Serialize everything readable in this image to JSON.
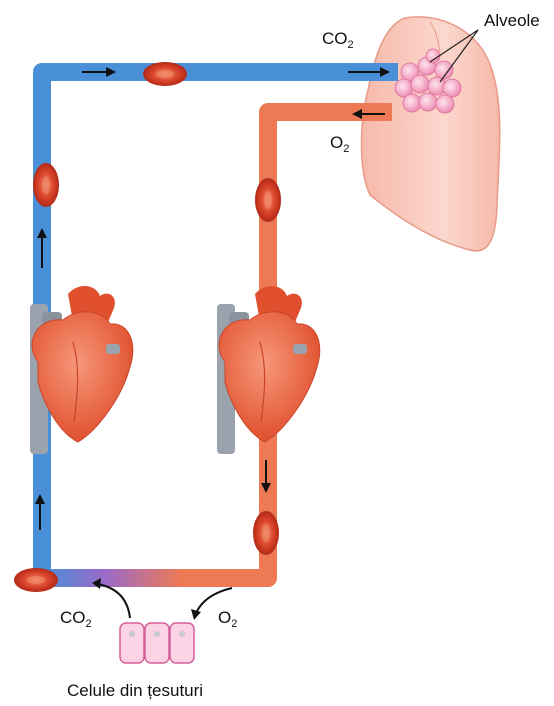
{
  "labels": {
    "alveoli": "Alveole",
    "co2_lung": {
      "main": "CO",
      "sub": "2"
    },
    "o2_lung": {
      "main": "O",
      "sub": "2"
    },
    "co2_tissue": {
      "main": "CO",
      "sub": "2"
    },
    "o2_tissue": {
      "main": "O",
      "sub": "2"
    },
    "tissue_cells": "Celule din țesuturi"
  },
  "colors": {
    "deoxygenated": "#4a90d9",
    "oxygenated": "#ee7a55",
    "heart": "#ee6a4a",
    "lung": "#f8c9bc",
    "alveolus": "#f4a9c4",
    "red_blood_cell": "#d8432a",
    "vessel_grey": "#9aa3ad",
    "tissue_cell": "#f7b8d3"
  },
  "icons": [
    "arrow-icon",
    "red-blood-cell-icon",
    "heart-icon",
    "lung-icon",
    "alveoli-icon",
    "tissue-cells-icon"
  ]
}
